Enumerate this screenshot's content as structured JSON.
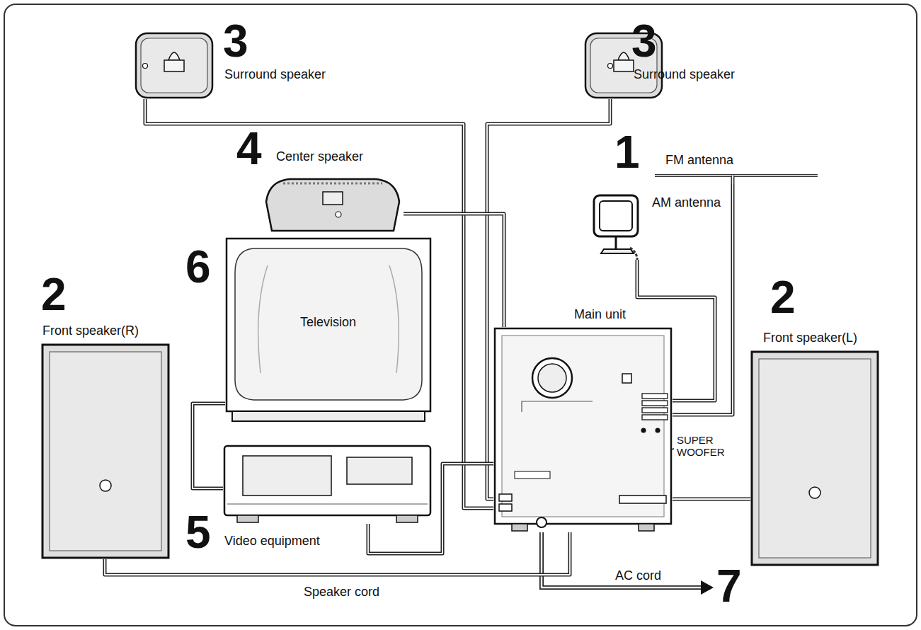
{
  "diagram": {
    "nodes": [
      {
        "text": [
          "Surround speaker"
        ]
      },
      {
        "text": [
          "Surround speaker"
        ]
      },
      {
        "text": [
          "Center speaker"
        ]
      },
      {
        "text": [
          "FM antenna"
        ]
      },
      {
        "text": [
          "AM antenna"
        ]
      },
      {
        "text": [
          "Front speaker(R)"
        ]
      },
      {
        "text": [
          "Television"
        ]
      },
      {
        "text": [
          "Main unit"
        ]
      },
      {
        "text": [
          "Front speaker(L)"
        ]
      },
      {
        "text": [
          "Video equipment"
        ]
      }
    ],
    "edges": [
      {
        "from": 0,
        "to": 7,
        "arrow": "none"
      },
      {
        "from": 1,
        "to": 7,
        "arrow": "none"
      },
      {
        "from": 2,
        "to": 7,
        "arrow": "none"
      },
      {
        "from": 3,
        "to": 7,
        "arrow": "none"
      },
      {
        "from": 4,
        "to": 7,
        "arrow": "none"
      },
      {
        "from": 6,
        "to": 9,
        "arrow": "none"
      },
      {
        "from": 9,
        "to": 7,
        "arrow": "none"
      },
      {
        "from": 5,
        "to": 7,
        "arrow": "none"
      },
      {
        "from": 8,
        "to": 7,
        "arrow": "none"
      }
    ],
    "labels": [
      "3",
      "3",
      "4",
      "1",
      "6",
      "2",
      "2",
      "5",
      "SUPER WOOFER",
      "Speaker cord",
      "AC cord",
      "7"
    ]
  }
}
